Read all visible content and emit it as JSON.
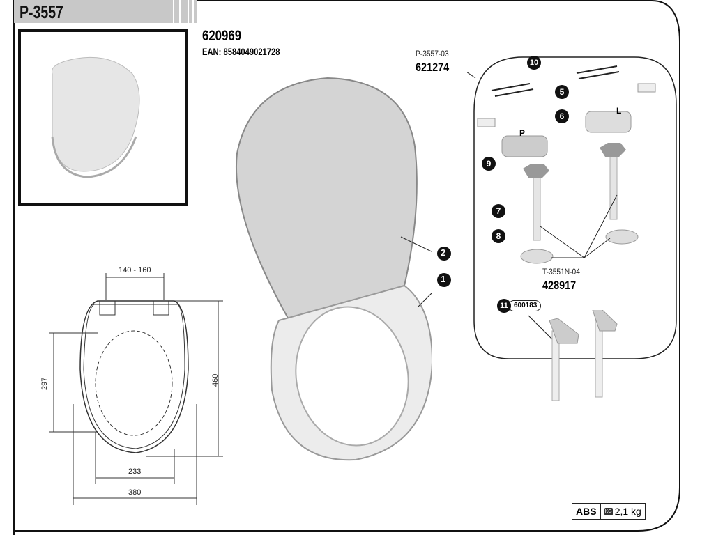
{
  "header": {
    "title": "P-3557"
  },
  "product": {
    "code": "620969",
    "ean": "EAN: 8584049021728"
  },
  "hinge_set": {
    "ref": "P-3557-03",
    "code": "621274"
  },
  "bolt_set": {
    "ref": "T-3551N-04",
    "code": "428917"
  },
  "accessory": {
    "number": "11",
    "code": "600183"
  },
  "callouts": [
    "1",
    "2",
    "5",
    "6",
    "7",
    "8",
    "9",
    "10"
  ],
  "hinge_letters": {
    "right": "P",
    "left": "L"
  },
  "dimensions": {
    "top_width": "140 - 160",
    "inner_length": "297",
    "total_length": "460",
    "inner_width": "233",
    "total_width": "380"
  },
  "specs": {
    "material": "ABS",
    "weight_icon": "weight-kg-icon",
    "weight_icon_text": "KG",
    "weight": "2,1 kg"
  }
}
